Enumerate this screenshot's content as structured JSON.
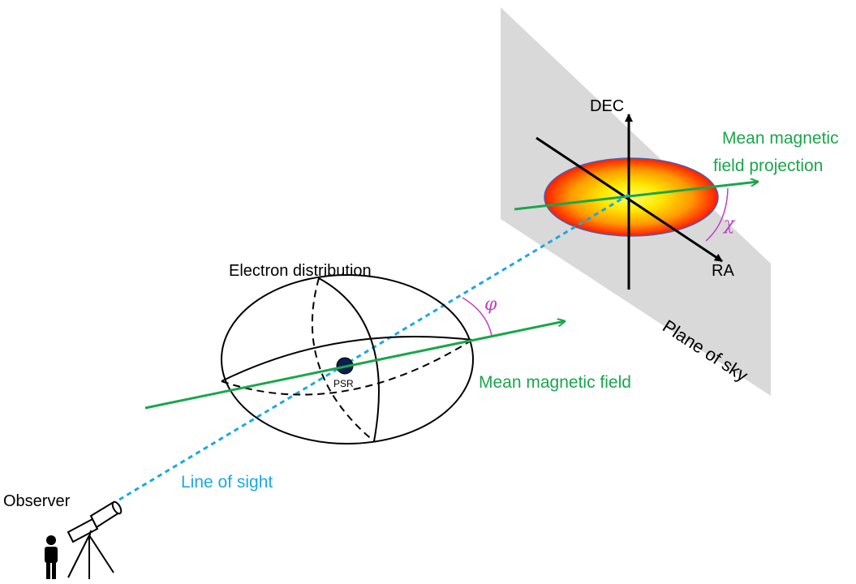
{
  "labels": {
    "observer": "Observer",
    "line_of_sight": "Line of sight",
    "electron_distribution": "Electron distribution",
    "psr": "PSR",
    "phi": "φ",
    "mean_magnetic_field": "Mean magnetic field",
    "mean_field_projection_line1": "Mean magnetic",
    "mean_field_projection_line2": "field projection",
    "chi": "χ",
    "dec": "DEC",
    "ra": "RA",
    "plane_of_sky": "Plane of sky"
  },
  "colors": {
    "green": "#1aa64b",
    "blue": "#1ca8e0",
    "magenta": "#c03fc4",
    "plane": "#d9d9d9",
    "black": "#000000"
  },
  "icons": [
    "telescope-icon",
    "person-icon"
  ]
}
